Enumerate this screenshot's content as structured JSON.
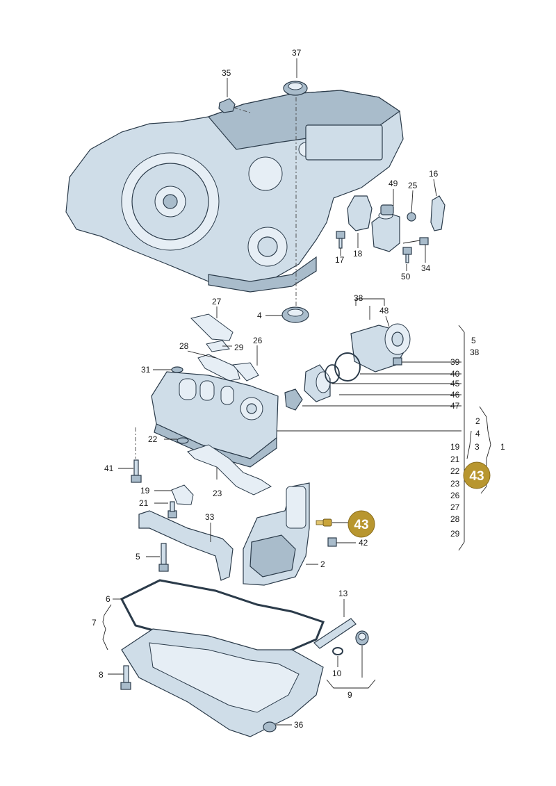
{
  "diagram": {
    "callouts": {
      "c1": "1",
      "c2": "2",
      "c3": "3",
      "c4": "4",
      "c5": "5",
      "c6": "6",
      "c7": "7",
      "c8": "8",
      "c9": "9",
      "c10": "10",
      "c13": "13",
      "c16": "16",
      "c17": "17",
      "c18": "18",
      "c19": "19",
      "c21": "21",
      "c22": "22",
      "c23": "23",
      "c25": "25",
      "c26": "26",
      "c27": "27",
      "c28": "28",
      "c29": "29",
      "c31": "31",
      "c33": "33",
      "c34": "34",
      "c35": "35",
      "c36": "36",
      "c37": "37",
      "c38": "38",
      "c39": "39",
      "c40": "40",
      "c41": "41",
      "c42": "42",
      "c45": "45",
      "c46": "46",
      "c47": "47",
      "c48": "48",
      "c49": "49",
      "c50": "50"
    },
    "right_list_outer": [
      "5",
      "38",
      "39",
      "40",
      "45",
      "46",
      "47"
    ],
    "right_list_inner": [
      "2",
      "4"
    ],
    "right_list_lower": [
      "19",
      "21",
      "22",
      "23",
      "26",
      "27",
      "28",
      "29"
    ],
    "right_list_labels": {
      "three": "3",
      "one": "1"
    },
    "highlight": {
      "label": "43",
      "color": "#b8962f",
      "text_color": "#ffffff"
    }
  }
}
